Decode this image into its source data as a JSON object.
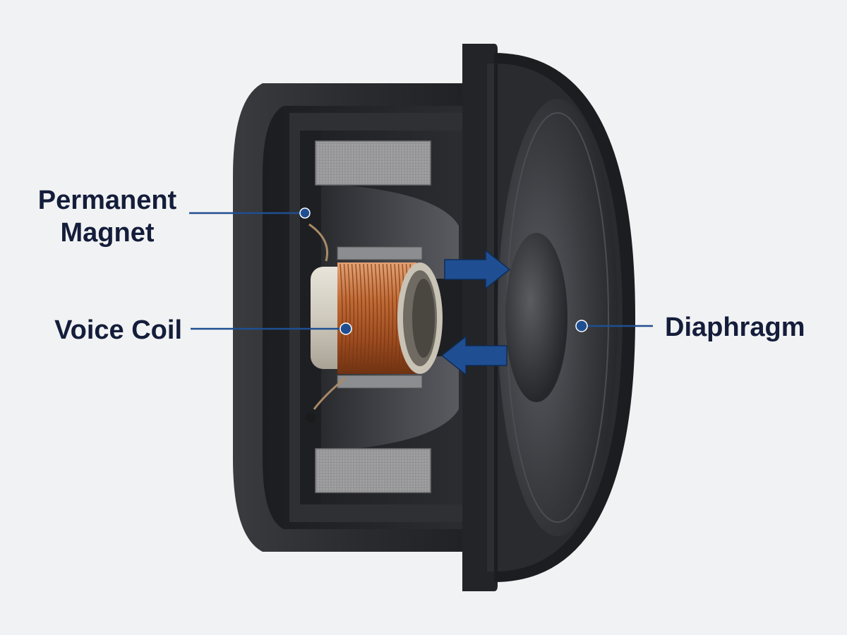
{
  "labels": {
    "permanent_magnet_line1": "Permanent",
    "permanent_magnet_line2": "Magnet",
    "voice_coil": "Voice Coil",
    "diaphragm": "Diaphragm"
  },
  "colors": {
    "background": "#f1f2f3",
    "label_text": "#141d3a",
    "leader_line": "#1f4f92",
    "arrow": "#1f4f92",
    "housing": "#2a2b2e",
    "magnet": "#9a9a9c",
    "copper": "#b05a2a",
    "cone": "#3a3c40"
  },
  "icons": {
    "force_arrow_right": "arrow-right-icon",
    "force_arrow_left": "arrow-left-icon"
  }
}
